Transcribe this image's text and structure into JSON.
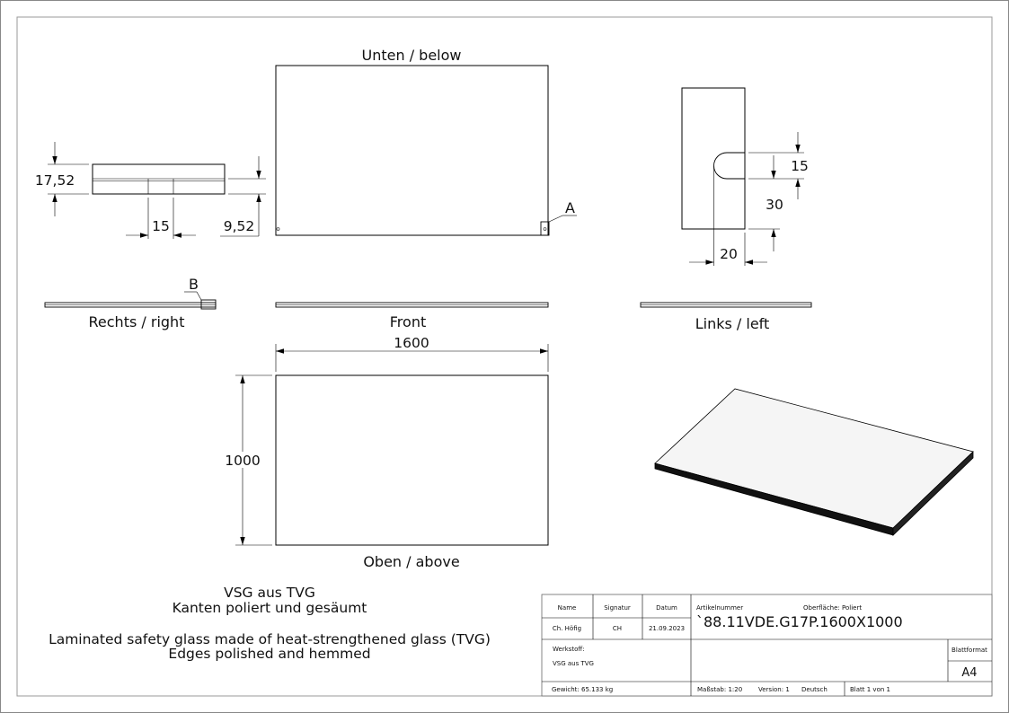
{
  "views": {
    "below": "Unten / below",
    "right": "Rechts / right",
    "front": "Front",
    "left": "Links / left",
    "above": "Oben / above"
  },
  "dimensions": {
    "thickness": "17,52",
    "slot_width": "15",
    "edge_offset": "9,52",
    "notch_15": "15",
    "notch_30": "30",
    "notch_20": "20",
    "length": "1600",
    "width": "1000"
  },
  "details": {
    "a": "A",
    "b": "B"
  },
  "notes": {
    "de_line1": "VSG aus TVG",
    "de_line2": "Kanten poliert und gesäumt",
    "en_line1": "Laminated safety glass made of heat-strengthened glass (TVG)",
    "en_line2": "Edges polished and hemmed"
  },
  "title_block": {
    "name_header": "Name",
    "signature_header": "Signatur",
    "date_header": "Datum",
    "name": "Ch. Höfig",
    "signature": "CH",
    "date": "21.09.2023",
    "article_label": "Artikelnummer",
    "surface_label": "Oberfläche: Poliert",
    "article_number": "`88.11VDE.G17P.1600X1000",
    "material_label": "Werkstoff:",
    "material": "VSG aus TVG",
    "format_label": "Blattformat",
    "format": "A4",
    "weight": "Gewicht: 65.133 kg",
    "scale": "Maßstab: 1:20",
    "version": "Version: 1",
    "language": "Deutsch",
    "sheet": "Blatt 1 von 1"
  }
}
